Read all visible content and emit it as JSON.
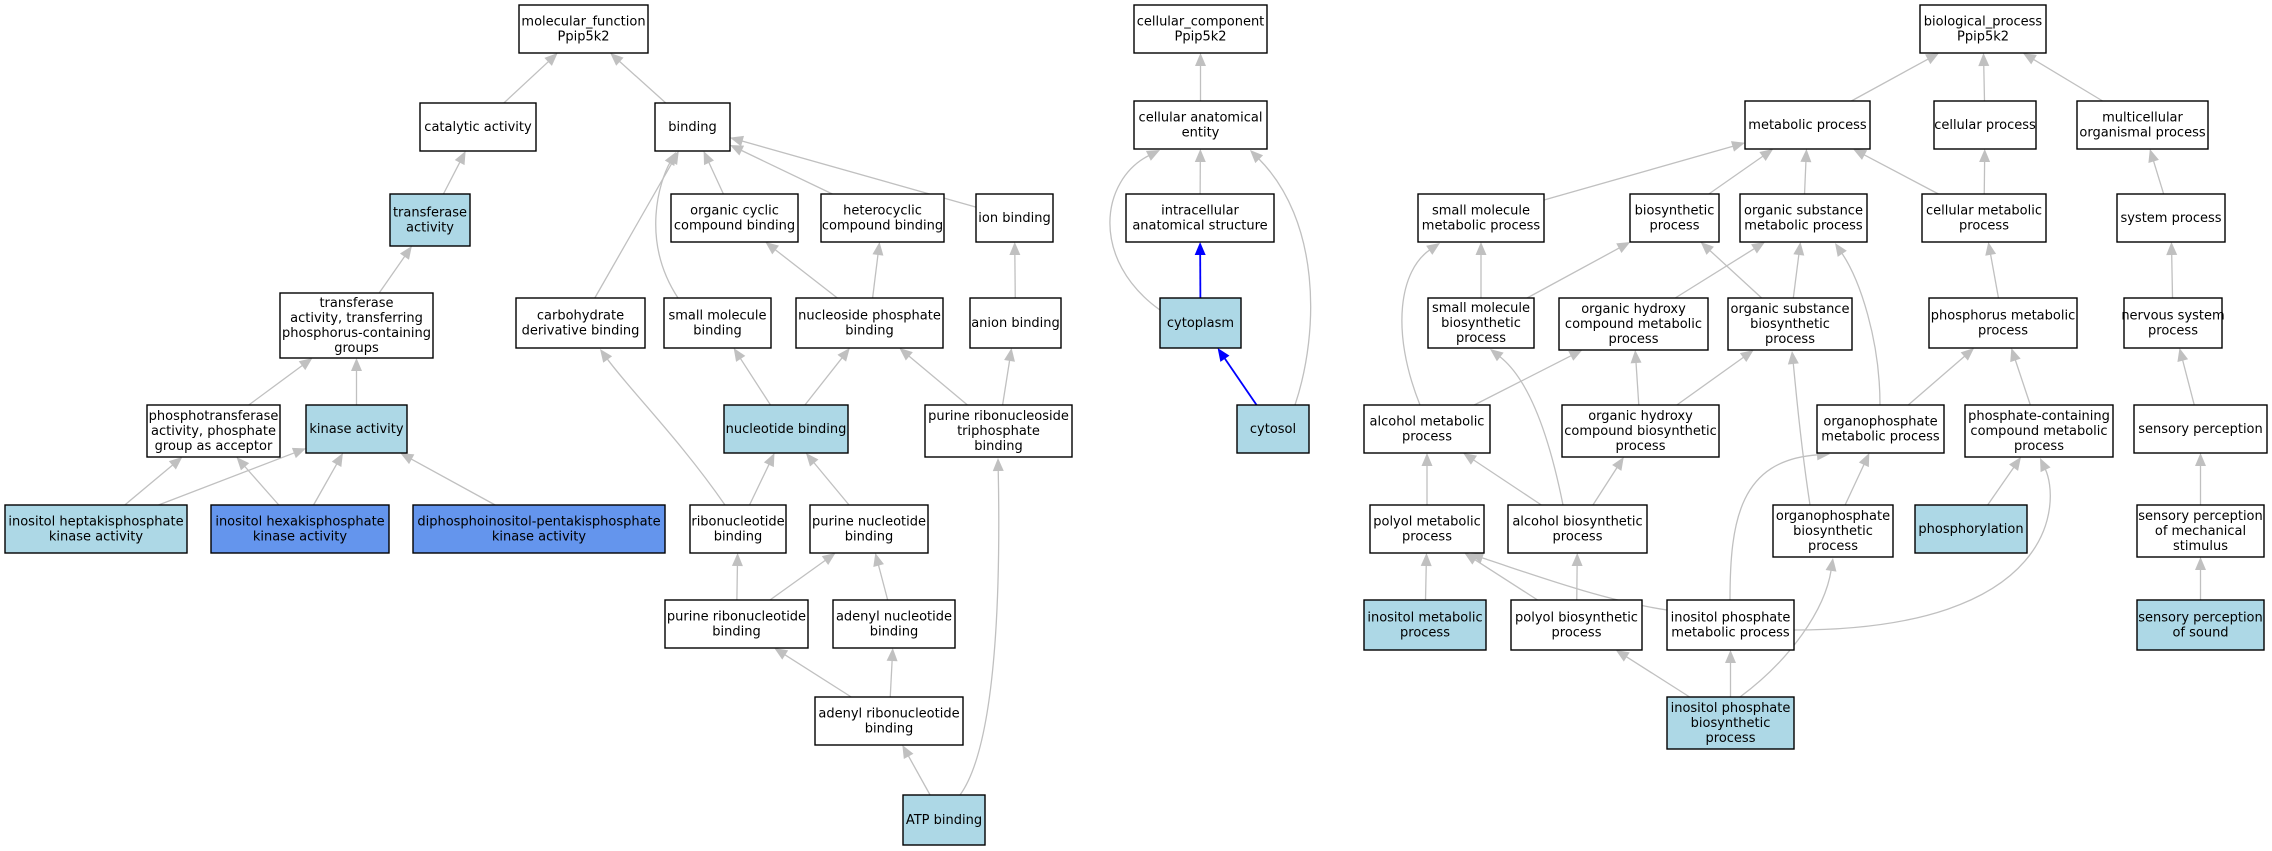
{
  "colors": {
    "plain": "#ffffff",
    "annotated": "#add8e6",
    "direct": "#6495ed",
    "edge": "#c0c0c0",
    "highlight_edge": "#0000ff"
  },
  "nodes": {
    "mf_root": {
      "lines": [
        "molecular_function",
        "Ppip5k2"
      ],
      "fill": "plain"
    },
    "catalytic": {
      "lines": [
        "catalytic activity"
      ],
      "fill": "plain"
    },
    "binding": {
      "lines": [
        "binding"
      ],
      "fill": "plain"
    },
    "transferase": {
      "lines": [
        "transferase",
        "activity"
      ],
      "fill": "annotated"
    },
    "transferase_p": {
      "lines": [
        "transferase",
        "activity, transferring",
        "phosphorus-containing",
        "groups"
      ],
      "fill": "plain"
    },
    "phosphotransferase": {
      "lines": [
        "phosphotransferase",
        "activity, phosphate",
        "group as acceptor"
      ],
      "fill": "plain"
    },
    "kinase": {
      "lines": [
        "kinase activity"
      ],
      "fill": "annotated"
    },
    "ins_hepta": {
      "lines": [
        "inositol heptakisphosphate",
        "kinase activity"
      ],
      "fill": "annotated"
    },
    "ins_hexa": {
      "lines": [
        "inositol hexakisphosphate",
        "kinase activity"
      ],
      "fill": "direct"
    },
    "diphospho": {
      "lines": [
        "diphosphoinositol-pentakisphosphate",
        "kinase activity"
      ],
      "fill": "direct"
    },
    "org_cyclic": {
      "lines": [
        "organic cyclic",
        "compound binding"
      ],
      "fill": "plain"
    },
    "heterocyclic": {
      "lines": [
        "heterocyclic",
        "compound binding"
      ],
      "fill": "plain"
    },
    "ion_binding": {
      "lines": [
        "ion binding"
      ],
      "fill": "plain"
    },
    "carb_deriv": {
      "lines": [
        "carbohydrate",
        "derivative binding"
      ],
      "fill": "plain"
    },
    "small_mol_binding": {
      "lines": [
        "small molecule",
        "binding"
      ],
      "fill": "plain"
    },
    "nucleoside_p": {
      "lines": [
        "nucleoside phosphate",
        "binding"
      ],
      "fill": "plain"
    },
    "anion_binding": {
      "lines": [
        "anion binding"
      ],
      "fill": "plain"
    },
    "nucleotide_binding": {
      "lines": [
        "nucleotide binding"
      ],
      "fill": "annotated"
    },
    "purine_ribonucleoside_tp": {
      "lines": [
        "purine ribonucleoside",
        "triphosphate",
        "binding"
      ],
      "fill": "plain"
    },
    "ribonucleotide": {
      "lines": [
        "ribonucleotide",
        "binding"
      ],
      "fill": "plain"
    },
    "purine_nucleotide": {
      "lines": [
        "purine nucleotide",
        "binding"
      ],
      "fill": "plain"
    },
    "purine_ribonucleotide": {
      "lines": [
        "purine ribonucleotide",
        "binding"
      ],
      "fill": "plain"
    },
    "adenyl_nucleotide": {
      "lines": [
        "adenyl nucleotide",
        "binding"
      ],
      "fill": "plain"
    },
    "adenyl_ribonucleotide": {
      "lines": [
        "adenyl ribonucleotide",
        "binding"
      ],
      "fill": "plain"
    },
    "atp_binding": {
      "lines": [
        "ATP binding"
      ],
      "fill": "annotated"
    },
    "cc_root": {
      "lines": [
        "cellular_component",
        "Ppip5k2"
      ],
      "fill": "plain"
    },
    "cell_anat": {
      "lines": [
        "cellular anatomical",
        "entity"
      ],
      "fill": "plain"
    },
    "intracellular": {
      "lines": [
        "intracellular",
        "anatomical structure"
      ],
      "fill": "plain"
    },
    "cytoplasm": {
      "lines": [
        "cytoplasm"
      ],
      "fill": "annotated"
    },
    "cytosol": {
      "lines": [
        "cytosol"
      ],
      "fill": "annotated"
    },
    "bp_root": {
      "lines": [
        "biological_process",
        "Ppip5k2"
      ],
      "fill": "plain"
    },
    "metabolic": {
      "lines": [
        "metabolic process"
      ],
      "fill": "plain"
    },
    "cellular_process": {
      "lines": [
        "cellular process"
      ],
      "fill": "plain"
    },
    "multicellular": {
      "lines": [
        "multicellular",
        "organismal process"
      ],
      "fill": "plain"
    },
    "small_mol_metab": {
      "lines": [
        "small molecule",
        "metabolic process"
      ],
      "fill": "plain"
    },
    "biosynthetic": {
      "lines": [
        "biosynthetic",
        "process"
      ],
      "fill": "plain"
    },
    "org_subst_metab": {
      "lines": [
        "organic substance",
        "metabolic process"
      ],
      "fill": "plain"
    },
    "cell_metab": {
      "lines": [
        "cellular metabolic",
        "process"
      ],
      "fill": "plain"
    },
    "system_process": {
      "lines": [
        "system process"
      ],
      "fill": "plain"
    },
    "small_mol_biosyn": {
      "lines": [
        "small molecule",
        "biosynthetic",
        "process"
      ],
      "fill": "plain"
    },
    "org_hydroxy_metab": {
      "lines": [
        "organic hydroxy",
        "compound metabolic",
        "process"
      ],
      "fill": "plain"
    },
    "org_subst_biosyn": {
      "lines": [
        "organic substance",
        "biosynthetic",
        "process"
      ],
      "fill": "plain"
    },
    "phosphorus_metab": {
      "lines": [
        "phosphorus metabolic",
        "process"
      ],
      "fill": "plain"
    },
    "nervous_system": {
      "lines": [
        "nervous system",
        "process"
      ],
      "fill": "plain"
    },
    "alcohol_metab": {
      "lines": [
        "alcohol metabolic",
        "process"
      ],
      "fill": "plain"
    },
    "org_hydroxy_biosyn": {
      "lines": [
        "organic hydroxy",
        "compound biosynthetic",
        "process"
      ],
      "fill": "plain"
    },
    "organophosphate_metab": {
      "lines": [
        "organophosphate",
        "metabolic process"
      ],
      "fill": "plain"
    },
    "phosphate_cont": {
      "lines": [
        "phosphate-containing",
        "compound metabolic",
        "process"
      ],
      "fill": "plain"
    },
    "sensory_perception": {
      "lines": [
        "sensory perception"
      ],
      "fill": "plain"
    },
    "polyol_metab": {
      "lines": [
        "polyol metabolic",
        "process"
      ],
      "fill": "plain"
    },
    "alcohol_biosyn": {
      "lines": [
        "alcohol biosynthetic",
        "process"
      ],
      "fill": "plain"
    },
    "organophosphate_biosyn": {
      "lines": [
        "organophosphate",
        "biosynthetic",
        "process"
      ],
      "fill": "plain"
    },
    "phosphorylation": {
      "lines": [
        "phosphorylation"
      ],
      "fill": "annotated"
    },
    "sensory_mech": {
      "lines": [
        "sensory perception",
        "of mechanical",
        "stimulus"
      ],
      "fill": "plain"
    },
    "inositol_metab": {
      "lines": [
        "inositol metabolic",
        "process"
      ],
      "fill": "annotated"
    },
    "polyol_biosyn": {
      "lines": [
        "polyol biosynthetic",
        "process"
      ],
      "fill": "plain"
    },
    "inositol_p_metab": {
      "lines": [
        "inositol phosphate",
        "metabolic process"
      ],
      "fill": "plain"
    },
    "sensory_sound": {
      "lines": [
        "sensory perception",
        "of sound"
      ],
      "fill": "annotated"
    },
    "inositol_p_biosyn": {
      "lines": [
        "inositol phosphate",
        "biosynthetic",
        "process"
      ],
      "fill": "annotated"
    }
  },
  "edges": [
    [
      "catalytic",
      "mf_root"
    ],
    [
      "binding",
      "mf_root"
    ],
    [
      "transferase",
      "catalytic"
    ],
    [
      "transferase_p",
      "transferase"
    ],
    [
      "phosphotransferase",
      "transferase_p"
    ],
    [
      "kinase",
      "transferase_p"
    ],
    [
      "ins_hepta",
      "phosphotransferase"
    ],
    [
      "ins_hepta",
      "kinase"
    ],
    [
      "ins_hexa",
      "phosphotransferase"
    ],
    [
      "ins_hexa",
      "kinase"
    ],
    [
      "diphospho",
      "kinase"
    ],
    [
      "org_cyclic",
      "binding"
    ],
    [
      "heterocyclic",
      "binding"
    ],
    [
      "ion_binding",
      "binding"
    ],
    [
      "carb_deriv",
      "binding"
    ],
    [
      "small_mol_binding",
      "binding"
    ],
    [
      "nucleoside_p",
      "org_cyclic"
    ],
    [
      "nucleoside_p",
      "heterocyclic"
    ],
    [
      "anion_binding",
      "ion_binding"
    ],
    [
      "nucleotide_binding",
      "small_mol_binding"
    ],
    [
      "nucleotide_binding",
      "nucleoside_p"
    ],
    [
      "purine_ribonucleoside_tp",
      "nucleoside_p"
    ],
    [
      "purine_ribonucleoside_tp",
      "anion_binding"
    ],
    [
      "ribonucleotide",
      "carb_deriv"
    ],
    [
      "ribonucleotide",
      "nucleotide_binding"
    ],
    [
      "purine_nucleotide",
      "nucleotide_binding"
    ],
    [
      "purine_ribonucleotide",
      "ribonucleotide"
    ],
    [
      "purine_ribonucleotide",
      "purine_nucleotide"
    ],
    [
      "adenyl_nucleotide",
      "purine_nucleotide"
    ],
    [
      "adenyl_ribonucleotide",
      "purine_ribonucleotide"
    ],
    [
      "adenyl_ribonucleotide",
      "adenyl_nucleotide"
    ],
    [
      "atp_binding",
      "adenyl_ribonucleotide"
    ],
    [
      "atp_binding",
      "purine_ribonucleoside_tp"
    ],
    [
      "cell_anat",
      "cc_root"
    ],
    [
      "intracellular",
      "cell_anat"
    ],
    [
      "cytoplasm",
      "intracellular",
      "hl"
    ],
    [
      "cytoplasm",
      "cell_anat"
    ],
    [
      "cytosol",
      "cytoplasm",
      "hl"
    ],
    [
      "cytosol",
      "cell_anat"
    ],
    [
      "metabolic",
      "bp_root"
    ],
    [
      "cellular_process",
      "bp_root"
    ],
    [
      "multicellular",
      "bp_root"
    ],
    [
      "small_mol_metab",
      "metabolic"
    ],
    [
      "biosynthetic",
      "metabolic"
    ],
    [
      "org_subst_metab",
      "metabolic"
    ],
    [
      "cell_metab",
      "metabolic"
    ],
    [
      "cell_metab",
      "cellular_process"
    ],
    [
      "system_process",
      "multicellular"
    ],
    [
      "small_mol_biosyn",
      "small_mol_metab"
    ],
    [
      "small_mol_biosyn",
      "biosynthetic"
    ],
    [
      "org_hydroxy_metab",
      "org_subst_metab"
    ],
    [
      "org_subst_biosyn",
      "biosynthetic"
    ],
    [
      "org_subst_biosyn",
      "org_subst_metab"
    ],
    [
      "phosphorus_metab",
      "cell_metab"
    ],
    [
      "nervous_system",
      "system_process"
    ],
    [
      "alcohol_metab",
      "small_mol_metab"
    ],
    [
      "alcohol_metab",
      "org_hydroxy_metab"
    ],
    [
      "org_hydroxy_biosyn",
      "org_hydroxy_metab"
    ],
    [
      "org_hydroxy_biosyn",
      "org_subst_biosyn"
    ],
    [
      "organophosphate_metab",
      "org_subst_metab"
    ],
    [
      "organophosphate_metab",
      "phosphorus_metab"
    ],
    [
      "phosphate_cont",
      "phosphorus_metab"
    ],
    [
      "sensory_perception",
      "nervous_system"
    ],
    [
      "polyol_metab",
      "alcohol_metab"
    ],
    [
      "alcohol_biosyn",
      "alcohol_metab"
    ],
    [
      "alcohol_biosyn",
      "org_hydroxy_biosyn"
    ],
    [
      "alcohol_biosyn",
      "small_mol_biosyn"
    ],
    [
      "organophosphate_biosyn",
      "organophosphate_metab"
    ],
    [
      "organophosphate_biosyn",
      "org_subst_biosyn"
    ],
    [
      "phosphorylation",
      "phosphate_cont"
    ],
    [
      "sensory_mech",
      "sensory_perception"
    ],
    [
      "inositol_metab",
      "polyol_metab"
    ],
    [
      "polyol_biosyn",
      "polyol_metab"
    ],
    [
      "polyol_biosyn",
      "alcohol_biosyn"
    ],
    [
      "inositol_p_metab",
      "polyol_metab"
    ],
    [
      "inositol_p_metab",
      "organophosphate_metab"
    ],
    [
      "inositol_p_metab",
      "phosphate_cont"
    ],
    [
      "sensory_sound",
      "sensory_mech"
    ],
    [
      "inositol_p_biosyn",
      "inositol_p_metab"
    ],
    [
      "inositol_p_biosyn",
      "polyol_biosyn"
    ],
    [
      "inositol_p_biosyn",
      "organophosphate_biosyn"
    ]
  ]
}
